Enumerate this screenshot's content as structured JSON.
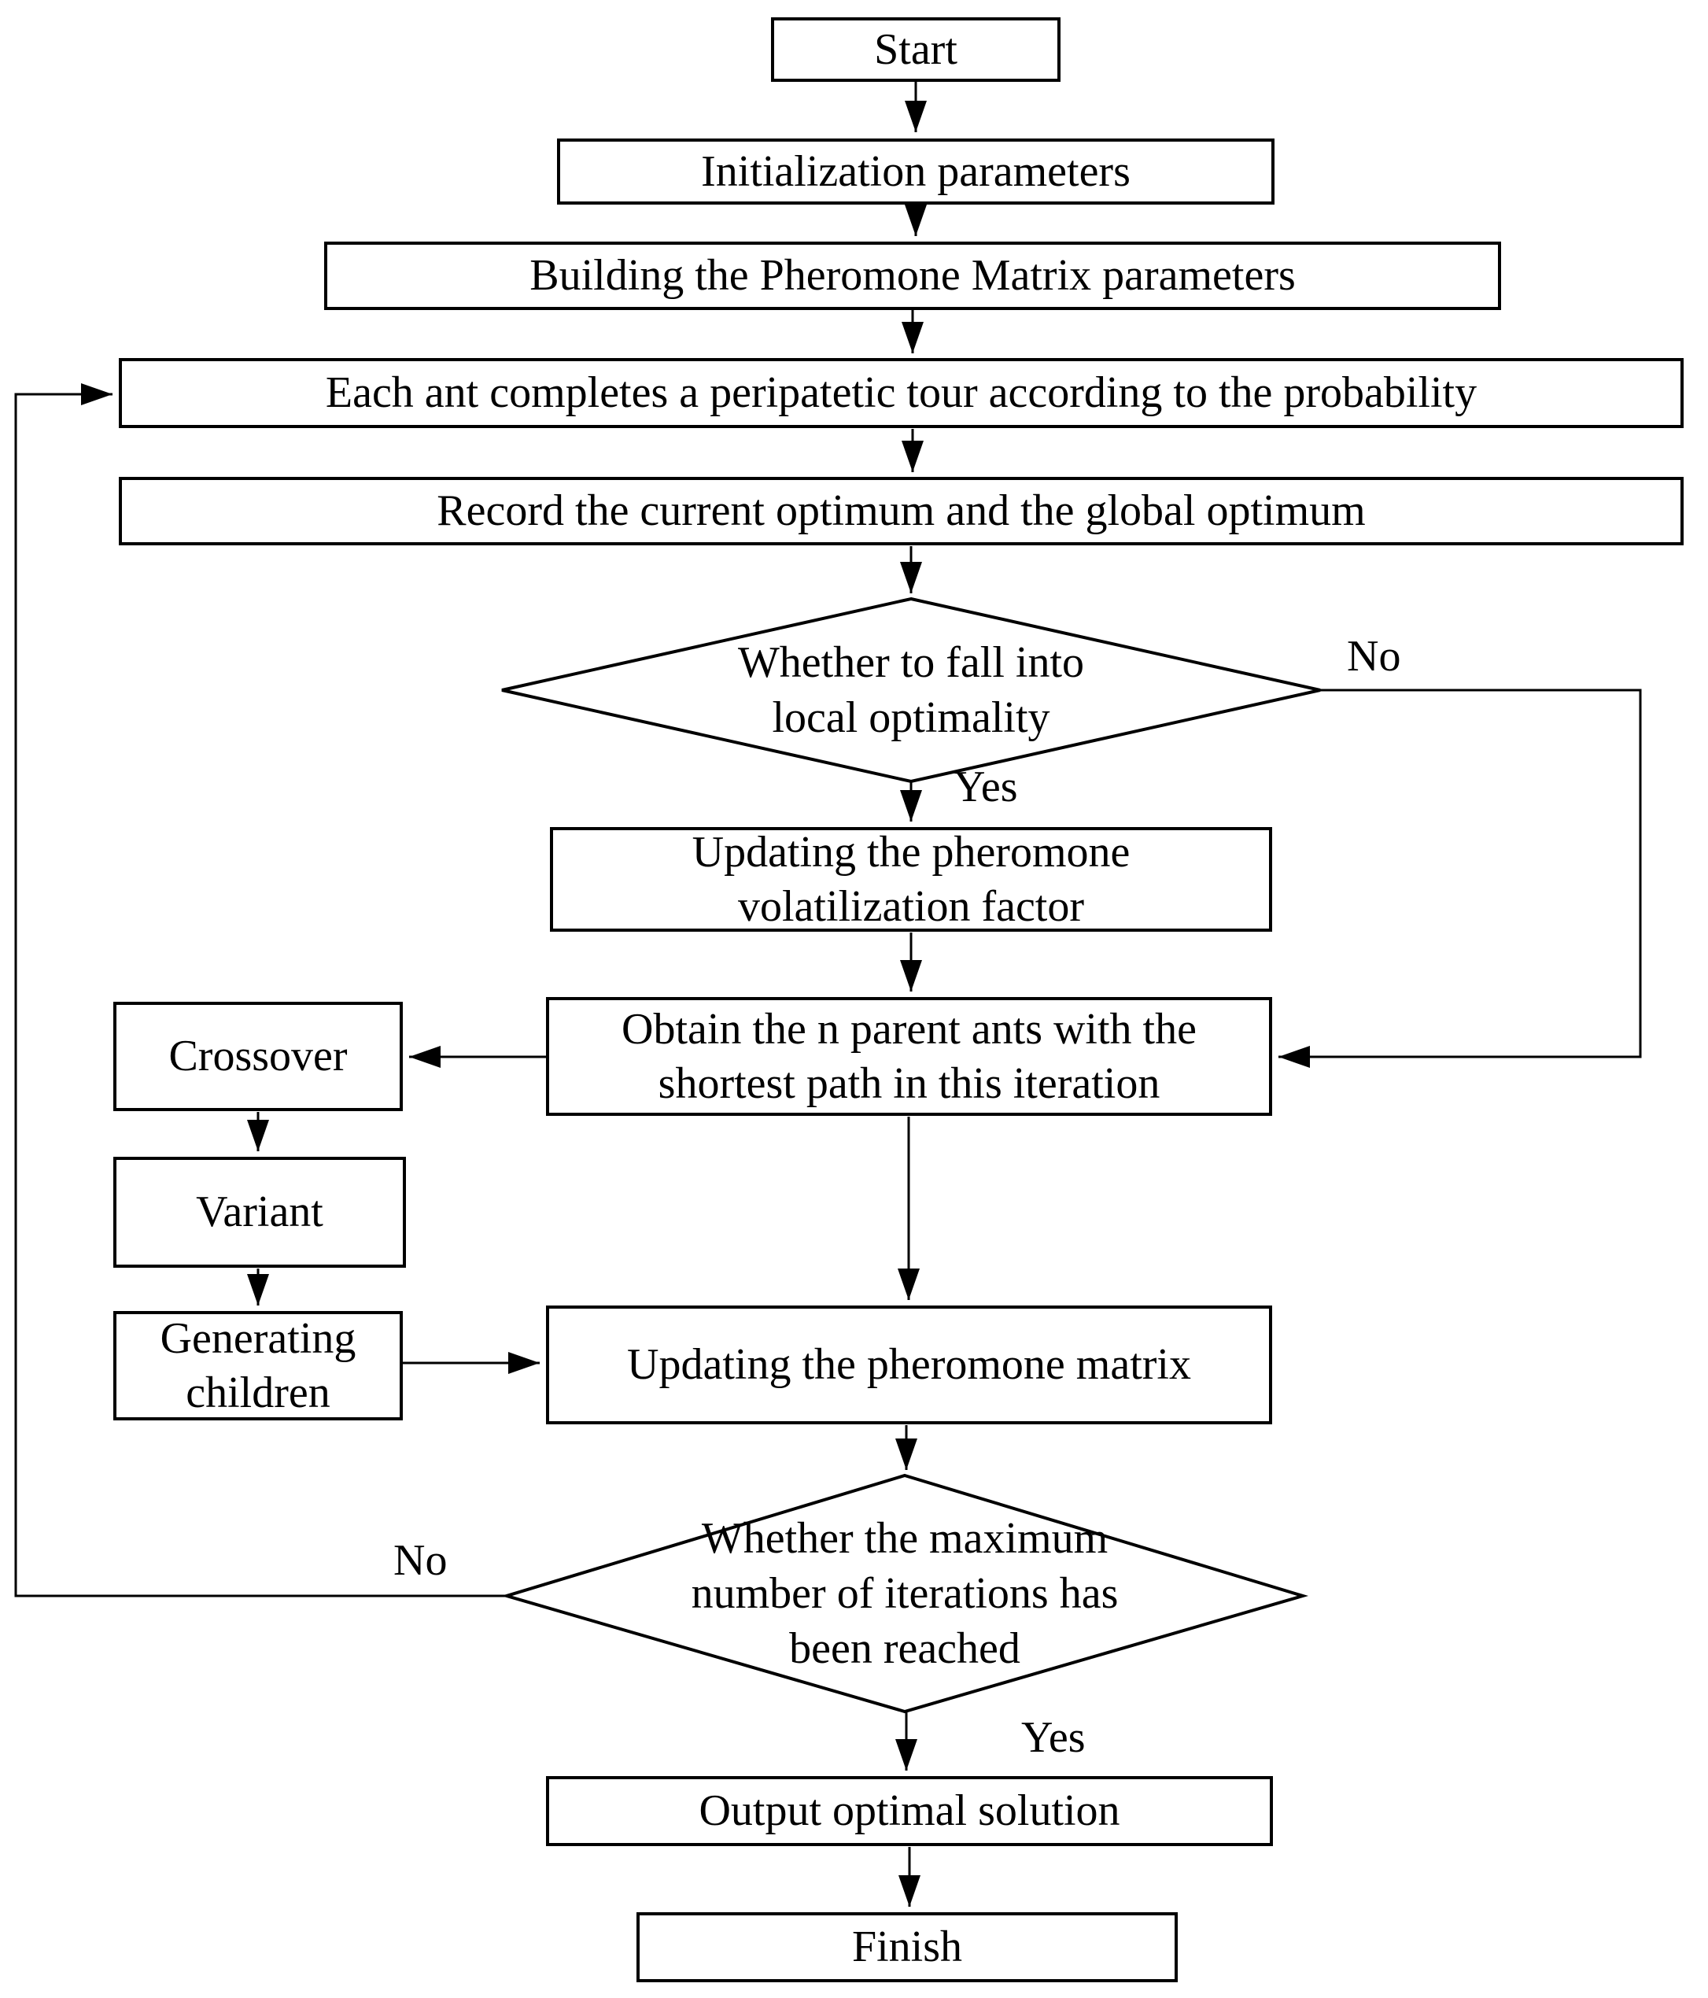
{
  "diagram": {
    "type": "flowchart",
    "nodes": {
      "start": {
        "label": "Start"
      },
      "init": {
        "label": "Initialization parameters"
      },
      "building": {
        "label": "Building the Pheromone Matrix parameters"
      },
      "each_ant": {
        "label": "Each ant completes a peripatetic tour according to the probability"
      },
      "record": {
        "label": "Record the current optimum and the global optimum"
      },
      "decision_local": {
        "label": "Whether to fall into\nlocal optimality"
      },
      "updating_factor": {
        "label": "Updating the pheromone\nvolatilization factor"
      },
      "obtain": {
        "label": "Obtain the n parent ants with the\nshortest path in this iteration"
      },
      "crossover": {
        "label": "Crossover"
      },
      "variant": {
        "label": "Variant"
      },
      "generating_children": {
        "label": "Generating\nchildren"
      },
      "updating_matrix": {
        "label": "Updating the pheromone matrix"
      },
      "decision_iterations": {
        "label": "Whether the maximum\nnumber of iterations has\nbeen reached"
      },
      "output": {
        "label": "Output optimal solution"
      },
      "finish": {
        "label": "Finish"
      }
    },
    "edge_labels": {
      "yes_local": "Yes",
      "no_local": "No",
      "yes_iterations": "Yes",
      "no_iterations": "No"
    },
    "colors": {
      "line": "#000000",
      "node_fill": "#ffffff",
      "background": "#ffffff",
      "text": "#000000"
    }
  }
}
